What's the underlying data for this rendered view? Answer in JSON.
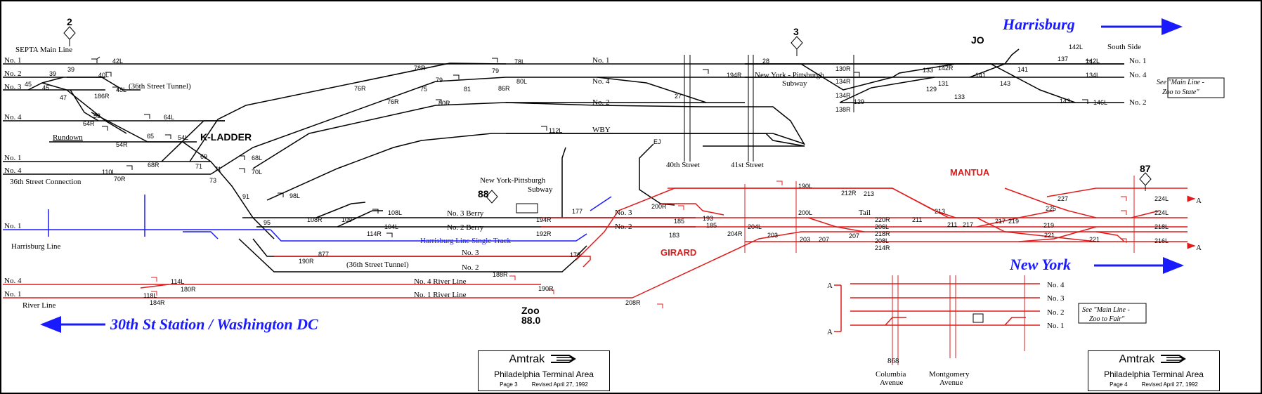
{
  "colors": {
    "black_track": "#000000",
    "red_track": "#e01b1b",
    "blue_track": "#1a1aff"
  },
  "headings": {
    "harrisburg": "Harrisburg",
    "new_york": "New York",
    "washington": "30th St Station / Washington DC",
    "k_ladder": "K-LADDER",
    "jo": "JO",
    "mantua": "MANTUA",
    "girard": "GIRARD",
    "zoo": "Zoo",
    "zoo_mp": "88.0"
  },
  "track_labels": {
    "septa_main_line": "SEPTA Main Line",
    "no1_left": "No. 1",
    "no2_left": "No. 2",
    "no3_left": "No. 3",
    "no4_left": "No. 4",
    "no1_k": "No. 1",
    "no4_k": "No. 4",
    "street_conn": "36th Street Connection",
    "rundown": "Rundown",
    "tunnel_upper": "(36th Street Tunnel)",
    "tunnel_lower": "(36th Street Tunnel)",
    "no1_harrisburg": "No. 1",
    "harrisburg_line": "Harrisburg Line",
    "no4_river": "No. 4",
    "no1_river": "No. 1",
    "river_line": "River Line",
    "no1_mid": "No. 1",
    "no4_mid": "No. 4",
    "no2_mid": "No. 2",
    "wby": "WBY",
    "nyp_subway_top": "New York - Pittsburgh",
    "nyp_subway_top2": "Subway",
    "nyp_subway": "New York-Pittsburgh",
    "nyp_subway2": "Subway",
    "no3_berry": "No. 3 Berry",
    "no2_berry": "No. 2 Berry",
    "harrisburg_single": "Harrisburg Line Single Track",
    "no3_lower": "No. 3",
    "no2_lower": "No. 2",
    "no4_river_line": "No. 4 River Line",
    "no1_river_line": "No. 1 River Line",
    "no3_right": "No. 3",
    "no2_right": "No. 2",
    "tail": "Tail",
    "st40": "40th Street",
    "st41": "41st Street",
    "south_side": "South Side",
    "no1_far": "No. 1",
    "no4_far": "No. 4",
    "no2_far": "No. 2",
    "fair_no4": "No. 4",
    "fair_no3": "No. 3",
    "fair_no2": "No. 2",
    "fair_no1": "No. 1",
    "columbia": "Columbia",
    "columbia2": "Avenue",
    "montgomery": "Montgomery",
    "montgomery2": "Avenue",
    "mp868": "868",
    "a1": "A",
    "a2": "A",
    "a3": "A",
    "a4": "A"
  },
  "notes": {
    "zoo_state": "See \"Main Line -",
    "zoo_state2": "Zoo to State\"",
    "zoo_fair": "See \"Main Line -",
    "zoo_fair2": "Zoo to Fair\""
  },
  "mileposts": {
    "mp2": "2",
    "mp3": "3",
    "mp87": "87",
    "mp88": "88"
  },
  "signals": {
    "s42L": "42L",
    "s40L": "40L",
    "s48L": "48L",
    "s186R": "186R",
    "s64L": "64L",
    "s64R": "64R",
    "s54L": "54L",
    "s54R": "54R",
    "s68L": "68L",
    "s68R": "68R",
    "s70L": "70L",
    "s70R": "70R",
    "s110L": "110L",
    "s98L": "98L",
    "s108R": "108R",
    "s108L": "108L",
    "s104L": "104L",
    "s114R": "114R",
    "s190R_a": "190R",
    "s188R": "188R",
    "s190R_b": "190R",
    "s114L": "114L",
    "s118L": "118L",
    "s180R": "180R",
    "s184R": "184R",
    "s208R": "208R",
    "s76R_a": "76R",
    "s76R_b": "76R",
    "s78R": "78R",
    "s78L": "78L",
    "s80L": "80L",
    "s86R": "86R",
    "s80R": "80R",
    "s112L": "112L",
    "s194R_a": "194R",
    "s192R": "192R",
    "s194R_b": "194R",
    "s200R": "200R",
    "s204R": "204R",
    "s204L": "204L",
    "s200L": "200L",
    "s190L": "190L",
    "s212R": "212R",
    "s220R": "220R",
    "s206L": "206L",
    "s218R": "218R",
    "s208L": "208L",
    "s214R": "214R",
    "s224L_a": "224L",
    "s224L_b": "224L",
    "s218L": "218L",
    "s216L": "216L",
    "s130R": "130R",
    "s134R_a": "134R",
    "s134R_b": "134R",
    "s138R": "138R",
    "s142R": "142R",
    "s142L_a": "142L",
    "s142L_b": "142L",
    "s134L": "134L",
    "s146L": "146L",
    "s28": "28"
  },
  "switches": {
    "w39a": "39",
    "w39b": "39",
    "w45a": "45",
    "w45b": "45",
    "w47": "47",
    "w53": "53",
    "w65": "65",
    "w69": "69",
    "w71a": "71",
    "w71b": "71",
    "w73": "73",
    "w91": "91",
    "w95": "95",
    "w109": "109",
    "w877": "877",
    "w173": "173",
    "w177": "177",
    "w75": "75",
    "w79a": "79",
    "w79b": "79",
    "w81": "81",
    "w27": "27",
    "w185a": "185",
    "w185b": "185",
    "w193": "193",
    "w183": "183",
    "w203a": "203",
    "w203b": "203",
    "w207a": "207",
    "w207b": "207",
    "w213a": "213",
    "w213b": "213",
    "w211a": "211",
    "w211b": "211",
    "w217a": "217",
    "w217b": "217",
    "w219a": "219",
    "w219b": "219",
    "w221a": "221",
    "w221b": "221",
    "w225": "225",
    "w227": "227",
    "w133a": "133",
    "w133b": "133",
    "w131": "131",
    "w129a": "129",
    "w129b": "129",
    "w141a": "141",
    "w141b": "141",
    "w143a": "143",
    "w143b": "143",
    "w137": "137",
    "wEJ": "EJ"
  },
  "title_blocks": [
    {
      "brand": "Amtrak",
      "area": "Philadelphia Terminal Area",
      "page": "Page 3",
      "revised": "Revised April 27, 1992"
    },
    {
      "brand": "Amtrak",
      "area": "Philadelphia Terminal Area",
      "page": "Page 4",
      "revised": "Revised April 27, 1992"
    }
  ]
}
